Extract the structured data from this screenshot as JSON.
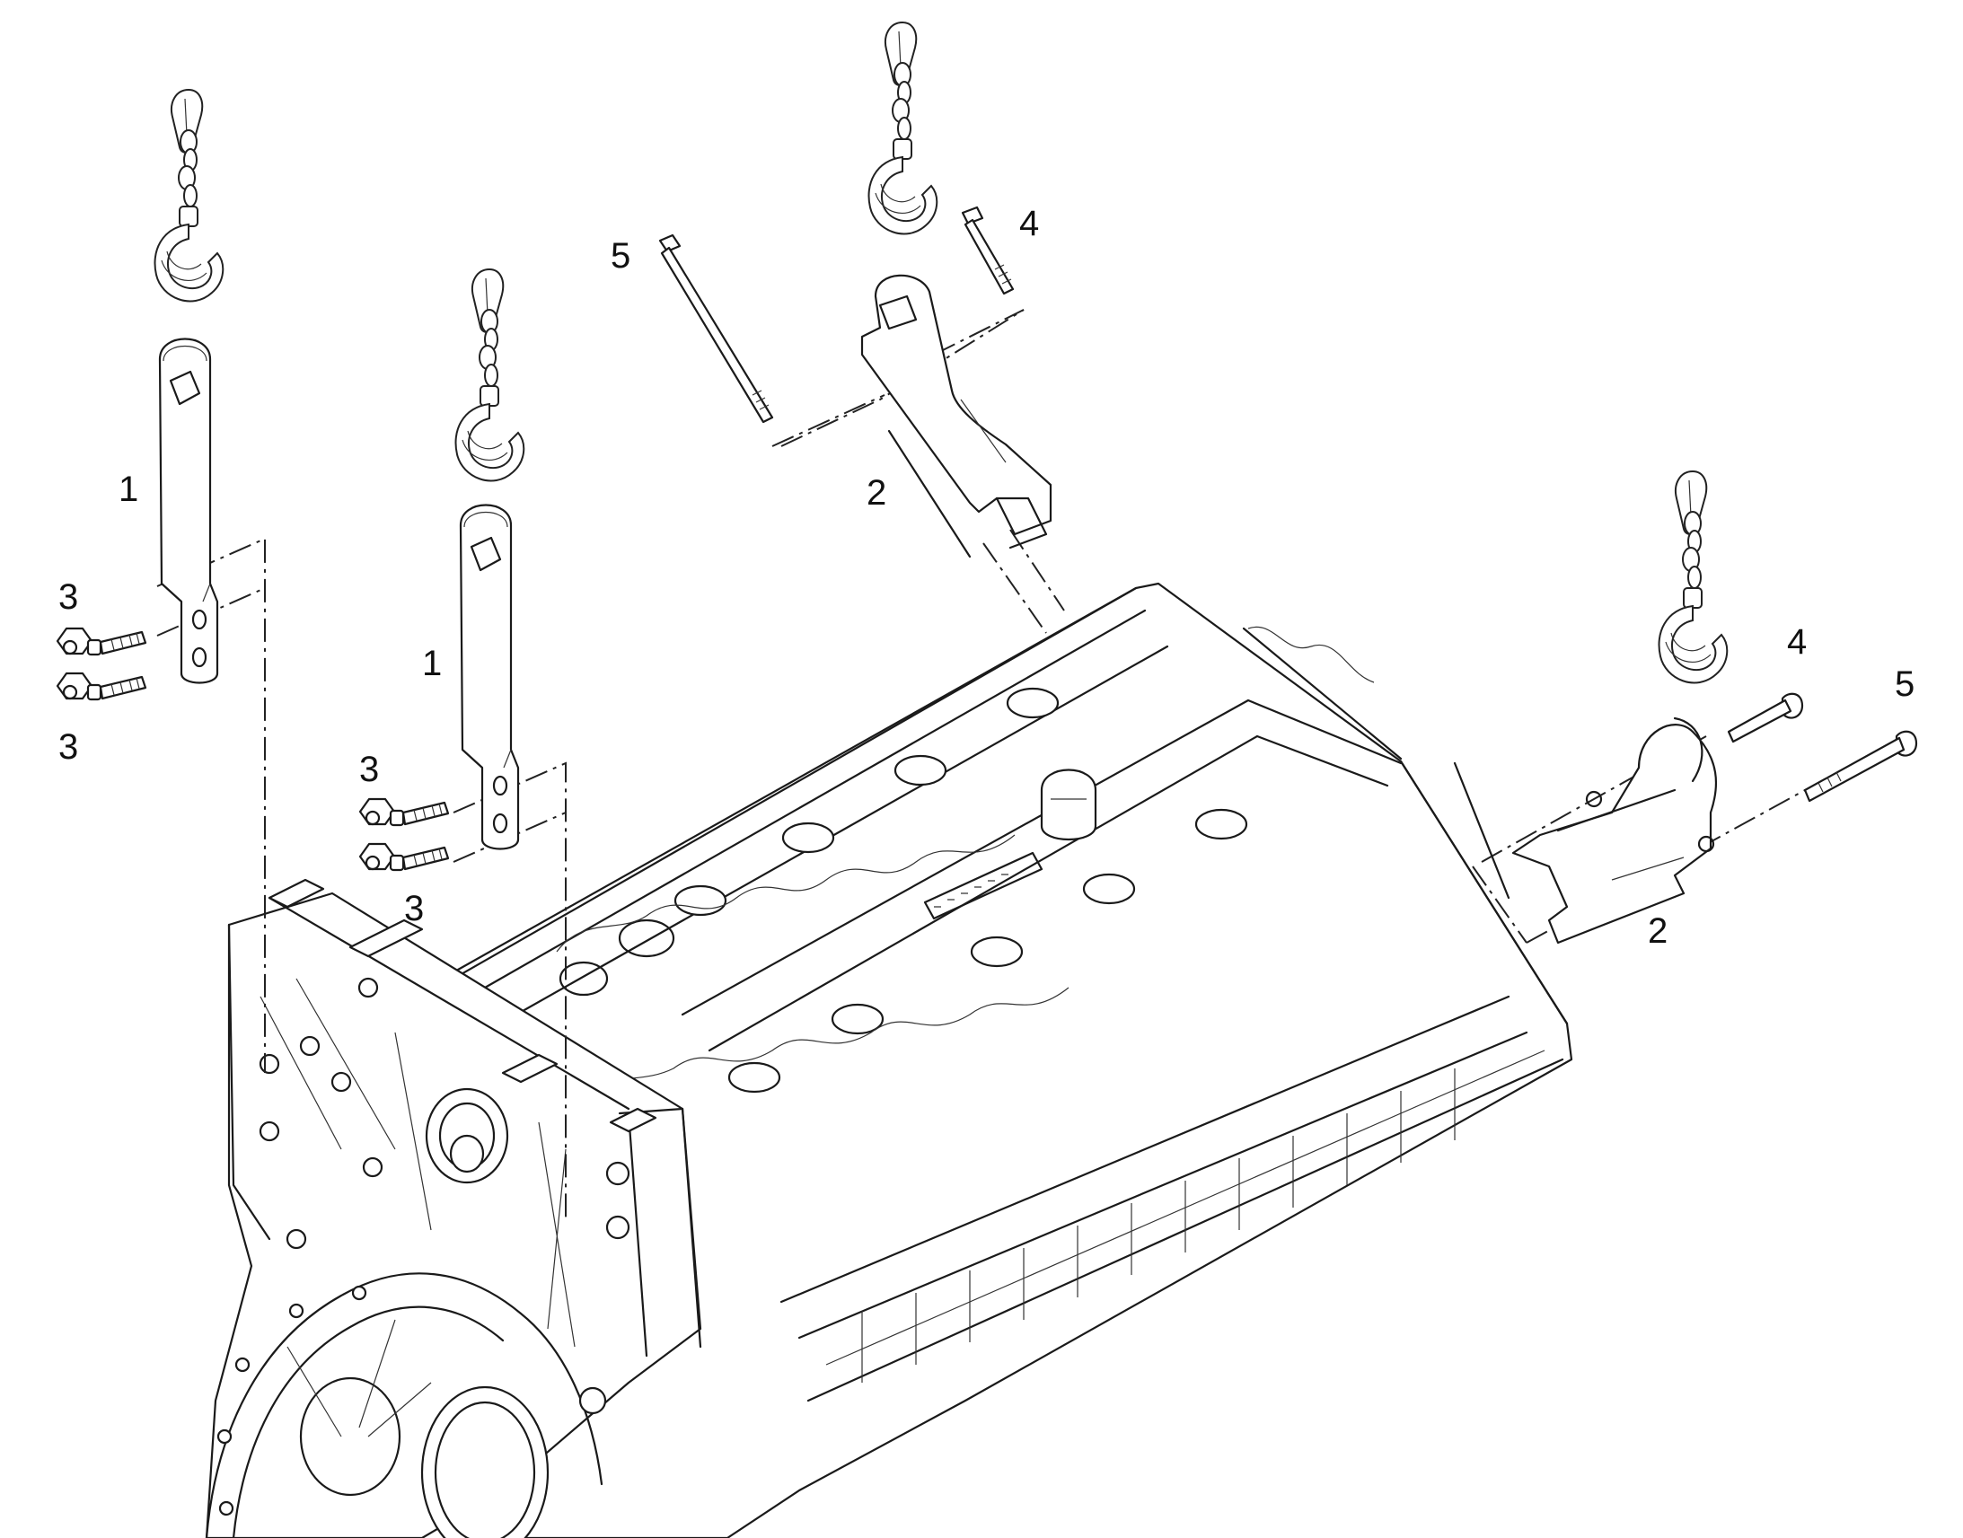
{
  "diagram": {
    "callouts": [
      {
        "id": "c1a",
        "text": "1"
      },
      {
        "id": "c1b",
        "text": "1"
      },
      {
        "id": "c2a",
        "text": "2"
      },
      {
        "id": "c2b",
        "text": "2"
      },
      {
        "id": "c3a",
        "text": "3"
      },
      {
        "id": "c3b",
        "text": "3"
      },
      {
        "id": "c3c",
        "text": "3"
      },
      {
        "id": "c3d",
        "text": "3"
      },
      {
        "id": "c4a",
        "text": "4"
      },
      {
        "id": "c4b",
        "text": "4"
      },
      {
        "id": "c5a",
        "text": "5"
      },
      {
        "id": "c5b",
        "text": "5"
      }
    ],
    "colors": {
      "ink": "#1a1a1a",
      "background": "#ffffff"
    },
    "icons": [
      "lifting-hook-icon",
      "bolt-icon",
      "lifting-bracket-icon",
      "engine-block-icon"
    ]
  }
}
